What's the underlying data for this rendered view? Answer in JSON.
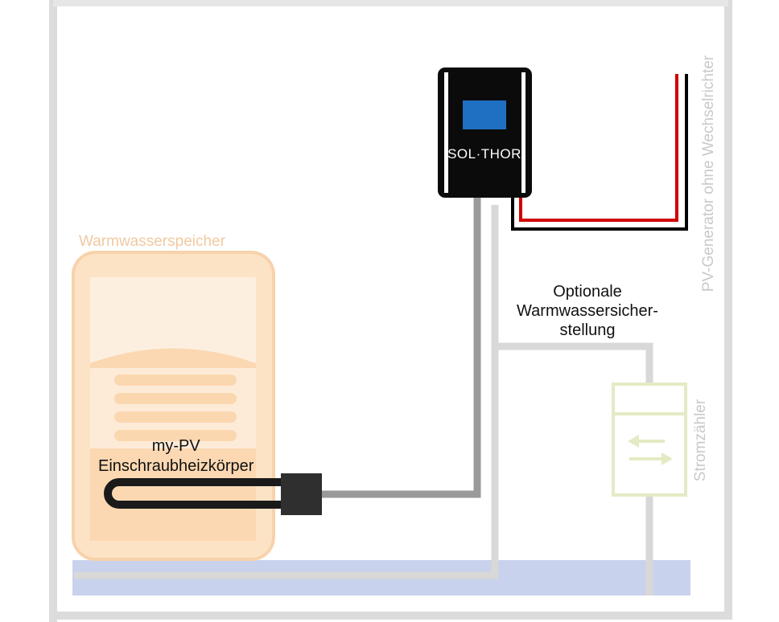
{
  "labels": {
    "tank": "Warmwasserspeicher",
    "heater_line1": "my-PV",
    "heater_line2": "Einschraubheizkörper",
    "backup_line1": "Optionale",
    "backup_line2": "Warmwassersicher-",
    "backup_line3": "stellung",
    "brand": "SOL·THOR",
    "pv_generator": "PV-Generator ohne Wechselrichter",
    "meter": "Stromzähler"
  },
  "colors": {
    "house_wall": "#dcdcdc",
    "tank_fill": "#fde3c6",
    "tank_stroke": "#f8d2aa",
    "device_body": "#0b0b0b",
    "device_display": "#1f6fc2",
    "heater_cable": "#9a9a9a",
    "heater_block": "#2f2f2f",
    "pv_positive": "#d10000",
    "pv_negative": "#000000",
    "grid_line": "#d8d8d8",
    "ground_band": "#c9d2ec",
    "meter_green": "#e3ebc4"
  },
  "icons": [
    "arrow-left-icon",
    "arrow-right-icon"
  ]
}
